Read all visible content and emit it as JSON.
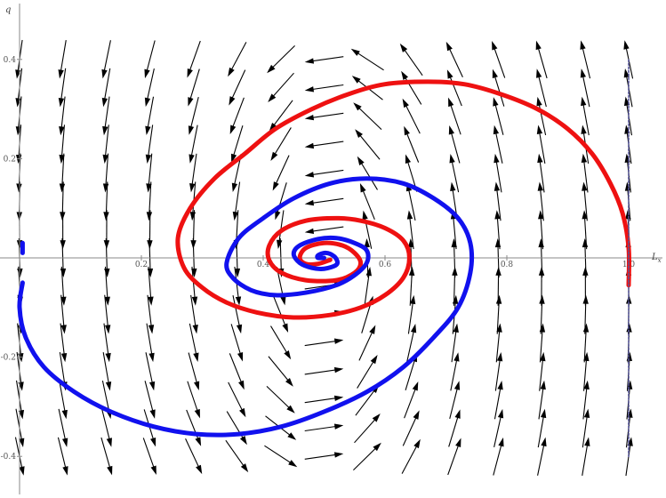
{
  "chart_data": {
    "type": "line",
    "subtype": "phase-portrait-with-vector-field",
    "title": "",
    "xlabel": "L",
    "xlabel_subscript": "x",
    "ylabel": "q",
    "xlim": [
      0.0,
      1.05
    ],
    "ylim": [
      -0.47,
      0.47
    ],
    "x_ticks": [
      {
        "value": 0.2,
        "label": "0.2"
      },
      {
        "value": 0.4,
        "label": "0.4"
      },
      {
        "value": 0.6,
        "label": "0.6"
      },
      {
        "value": 0.8,
        "label": "0.8"
      },
      {
        "value": 1.0,
        "label": "1.0"
      }
    ],
    "y_ticks": [
      {
        "value": 0.4,
        "label": "0.4"
      },
      {
        "value": 0.2,
        "label": "0.2"
      },
      {
        "value": -0.2,
        "label": "-0.2"
      },
      {
        "value": -0.4,
        "label": "-0.4"
      }
    ],
    "grid": false,
    "legend": "none",
    "fixed_point": [
      0.5,
      0.0
    ],
    "vector_field": {
      "x_values": [
        0.0,
        0.071,
        0.143,
        0.214,
        0.286,
        0.357,
        0.429,
        0.5,
        0.571,
        0.643,
        0.714,
        0.786,
        0.857,
        0.929,
        1.0
      ],
      "y_values": [
        -0.4,
        -0.343,
        -0.286,
        -0.229,
        -0.171,
        -0.114,
        -0.057,
        0.0,
        0.057,
        0.114,
        0.171,
        0.229,
        0.286,
        0.343,
        0.4
      ],
      "color": "#000000"
    },
    "series": [
      {
        "color": "#ee1111",
        "x": [
          1.0,
          1.0,
          0.99,
          0.97,
          0.94,
          0.9,
          0.85,
          0.79,
          0.73,
          0.67,
          0.6,
          0.54,
          0.48,
          0.42,
          0.37,
          0.32,
          0.28,
          0.26,
          0.27,
          0.3,
          0.34,
          0.39,
          0.45,
          0.51,
          0.56,
          0.6,
          0.63,
          0.64,
          0.63,
          0.6,
          0.56,
          0.52,
          0.47,
          0.43,
          0.41,
          0.41,
          0.43,
          0.47,
          0.52,
          0.55,
          0.56,
          0.55,
          0.53,
          0.5,
          0.47,
          0.46,
          0.47,
          0.49,
          0.51
        ],
        "y": [
          -0.055,
          0.02,
          0.09,
          0.15,
          0.21,
          0.26,
          0.3,
          0.33,
          0.35,
          0.355,
          0.35,
          0.33,
          0.3,
          0.26,
          0.21,
          0.16,
          0.1,
          0.04,
          -0.02,
          -0.06,
          -0.09,
          -0.11,
          -0.12,
          -0.115,
          -0.1,
          -0.075,
          -0.04,
          0.0,
          0.035,
          0.06,
          0.075,
          0.08,
          0.075,
          0.055,
          0.025,
          -0.005,
          -0.03,
          -0.045,
          -0.045,
          -0.03,
          -0.01,
          0.01,
          0.025,
          0.03,
          0.02,
          0.0,
          -0.012,
          -0.012,
          -0.004
        ]
      },
      {
        "color": "#1111ee",
        "x": [
          0.005,
          0.0,
          0.01,
          0.04,
          0.09,
          0.15,
          0.22,
          0.29,
          0.36,
          0.43,
          0.5,
          0.57,
          0.63,
          0.68,
          0.72,
          0.74,
          0.74,
          0.72,
          0.68,
          0.63,
          0.57,
          0.51,
          0.45,
          0.4,
          0.36,
          0.34,
          0.35,
          0.38,
          0.42,
          0.47,
          0.52,
          0.55,
          0.57,
          0.57,
          0.55,
          0.52,
          0.49,
          0.46,
          0.45,
          0.46,
          0.48,
          0.5,
          0.52,
          0.52,
          0.51,
          0.5,
          0.49,
          0.49,
          0.5
        ],
        "y": [
          -0.05,
          -0.1,
          -0.16,
          -0.22,
          -0.27,
          -0.31,
          -0.34,
          -0.355,
          -0.355,
          -0.34,
          -0.31,
          -0.27,
          -0.22,
          -0.16,
          -0.1,
          -0.03,
          0.03,
          0.08,
          0.12,
          0.15,
          0.16,
          0.15,
          0.12,
          0.08,
          0.04,
          -0.01,
          -0.04,
          -0.065,
          -0.075,
          -0.07,
          -0.055,
          -0.035,
          -0.01,
          0.015,
          0.03,
          0.04,
          0.038,
          0.025,
          0.008,
          -0.01,
          -0.02,
          -0.022,
          -0.014,
          -0.002,
          0.008,
          0.01,
          0.005,
          0.0,
          0.0
        ]
      },
      {
        "color": "#1111ee",
        "x": [
          0.005,
          0.005
        ],
        "y": [
          0.01,
          0.03
        ]
      },
      {
        "color": "#555599",
        "x": [
          1.0,
          1.0
        ],
        "y": [
          -0.4,
          0.4
        ]
      }
    ]
  }
}
